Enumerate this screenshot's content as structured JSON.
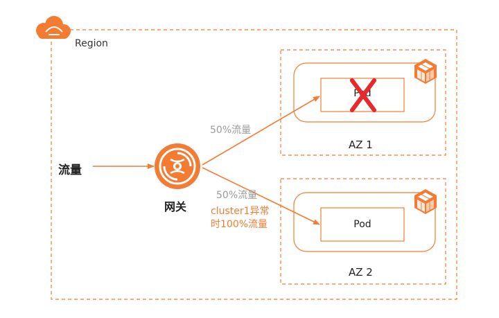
{
  "region": {
    "label": "Region",
    "icon": "cloud-icon"
  },
  "traffic": {
    "label": "流量"
  },
  "gateway": {
    "label": "网关",
    "icon": "gateway-icon"
  },
  "routes": [
    {
      "label": "50%流量"
    },
    {
      "label": "50%流量"
    }
  ],
  "failover": {
    "line1": "cluster1异常",
    "line2": "时100%流量"
  },
  "zones": [
    {
      "label": "AZ 1",
      "pod": "Pod",
      "status": "failed",
      "cluster_icon": "cluster-cube-icon"
    },
    {
      "label": "AZ 2",
      "pod": "Pod",
      "status": "healthy",
      "cluster_icon": "cluster-cube-icon"
    }
  ],
  "colors": {
    "accent": "#F47B32",
    "failure": "#E8282B",
    "muted": "#9a9a9a"
  }
}
